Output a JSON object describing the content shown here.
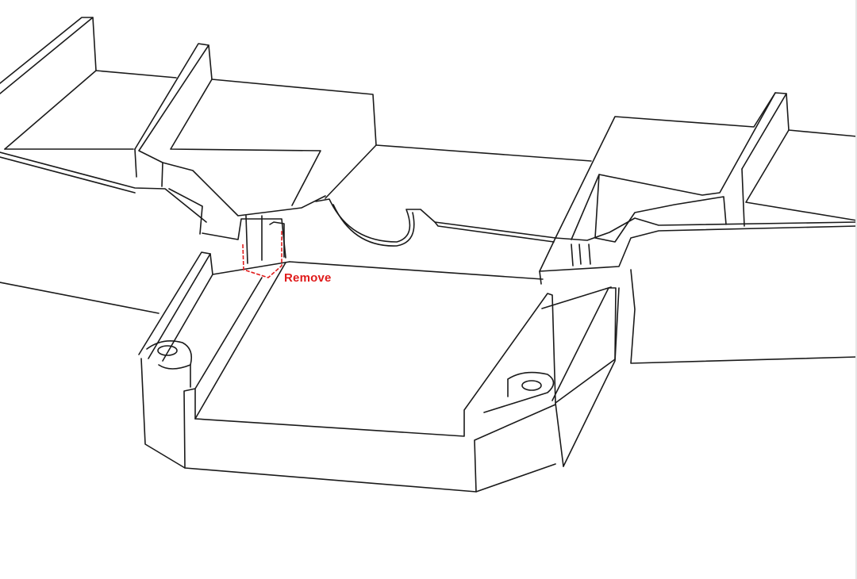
{
  "figure": {
    "kind": "isometric line drawing of an enclosure base plate with mounting bosses",
    "stroke_color": "#1a1a1a",
    "background": "#ffffff"
  },
  "annotation": {
    "text": "Remove",
    "color": "#e01b1b",
    "target": "small rib/post at left channel outlet (dashed red outline)"
  },
  "parts": [
    {
      "name": "left-rear-wall"
    },
    {
      "name": "left-funnel-channel"
    },
    {
      "name": "center-semicircle-cutout"
    },
    {
      "name": "right-funnel-channel"
    },
    {
      "name": "front-tray"
    },
    {
      "name": "left-mounting-boss"
    },
    {
      "name": "right-mounting-boss"
    }
  ]
}
